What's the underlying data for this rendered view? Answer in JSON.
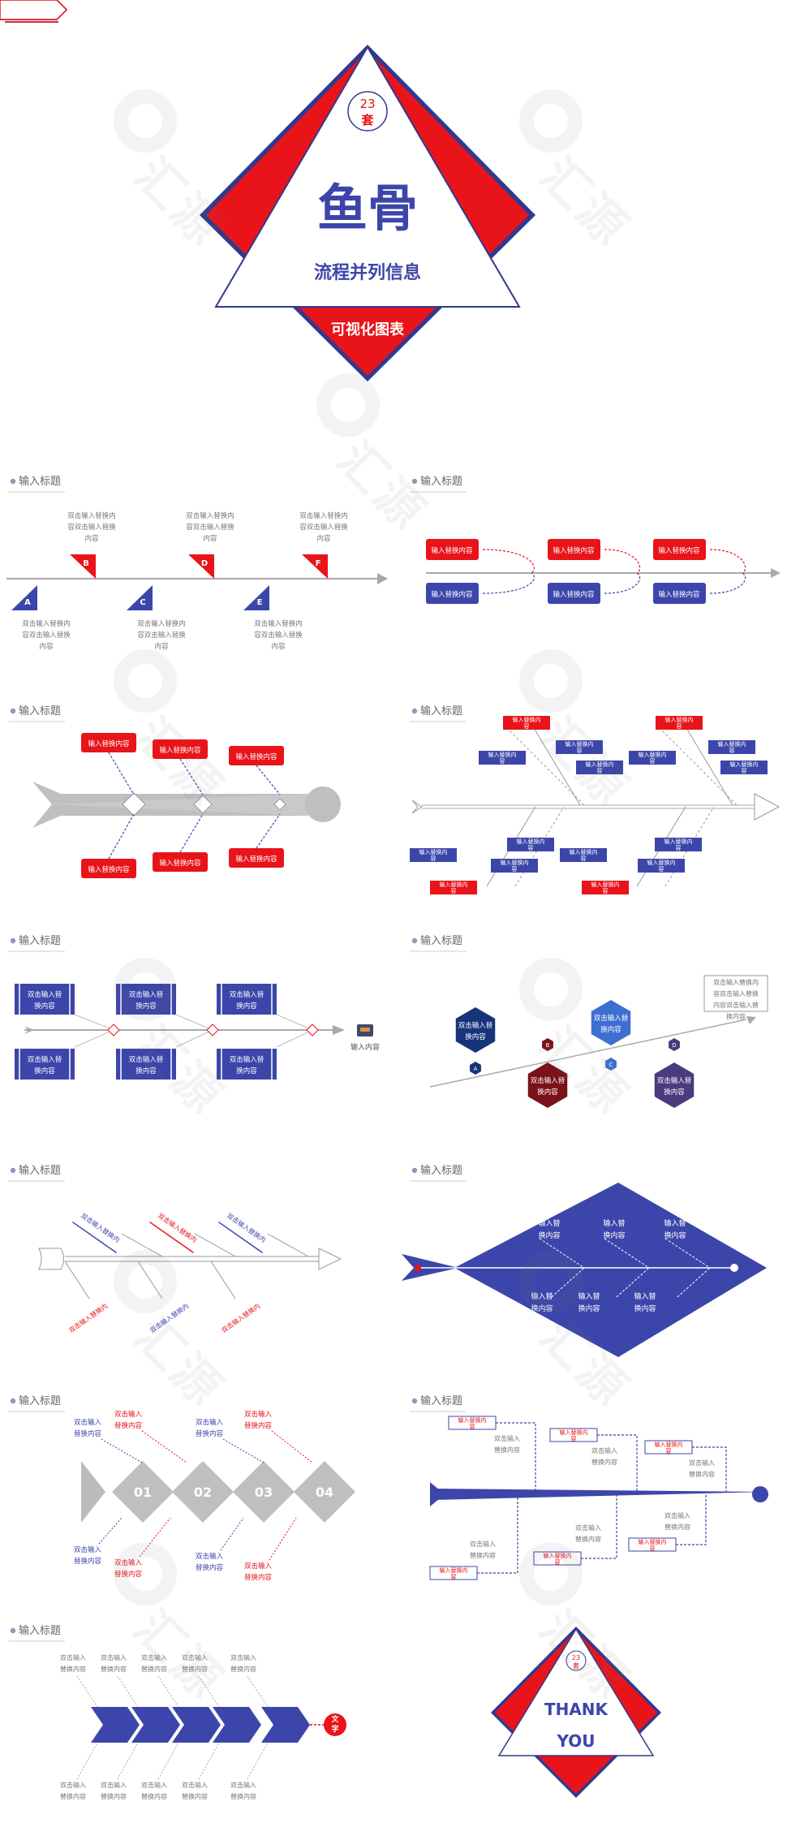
{
  "cover": {
    "badge_number": "23",
    "badge_unit": "套",
    "title": "鱼骨",
    "subtitle": "流程并列信息",
    "ribbon": "可视化图表"
  },
  "watermark": "汇源",
  "slide_title": "输入标题",
  "labels": {
    "input_content": "输入替换内容",
    "input_content_a": "输入替换内",
    "input_content_b": "容",
    "double_input": "双击输入替",
    "double_input_2": "换内容",
    "double_input_full_a": "双击输入替换内",
    "double_input_full_b": "容双击输入替换",
    "double_input_full_c": "内容",
    "double_input_short_a": "双击输入",
    "double_input_short_b": "替换内容",
    "right_box_a": "双击输入替换内",
    "right_box_b": "容双击输入替换",
    "right_box_c": "内容双击输入替",
    "right_box_d": "换内容",
    "input_only": "输入内容",
    "blue_a": "输入替",
    "blue_b": "换内容",
    "text_badge_a": "文",
    "text_badge_b": "字"
  },
  "fish1_letters": [
    "A",
    "B",
    "C",
    "D",
    "E",
    "F"
  ],
  "hex_letters": [
    "A",
    "B",
    "C",
    "D"
  ],
  "step_numbers": [
    "01",
    "02",
    "03",
    "04"
  ],
  "thanks": {
    "badge_number": "23",
    "badge_unit": "套",
    "line1": "THANK",
    "line2": "YOU"
  },
  "colors": {
    "red": "#e8141a",
    "blue": "#3c46aa",
    "navy": "#2f3a8f",
    "gray": "#bfbfbf",
    "dark_red": "#7a1218",
    "dark_blue": "#17337a",
    "violet": "#4a3a7e",
    "light_blue": "#3d6fd0"
  }
}
